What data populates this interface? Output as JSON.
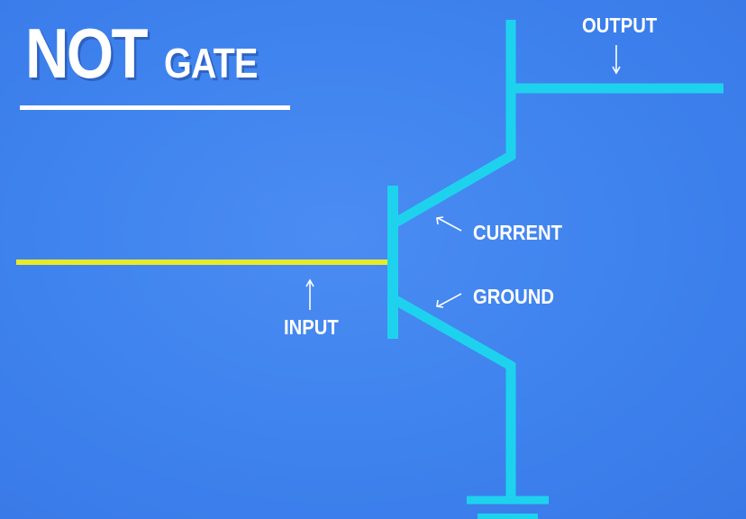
{
  "title": {
    "main": "NOT",
    "sub": "GATE"
  },
  "labels": {
    "output": "OUTPUT",
    "current": "CURRENT",
    "ground": "GROUND",
    "input": "INPUT"
  },
  "colors": {
    "background": "#3e82ee",
    "wire": "#1ed2ee",
    "input_wire": "#e6ea2a",
    "text": "#ffffff"
  }
}
